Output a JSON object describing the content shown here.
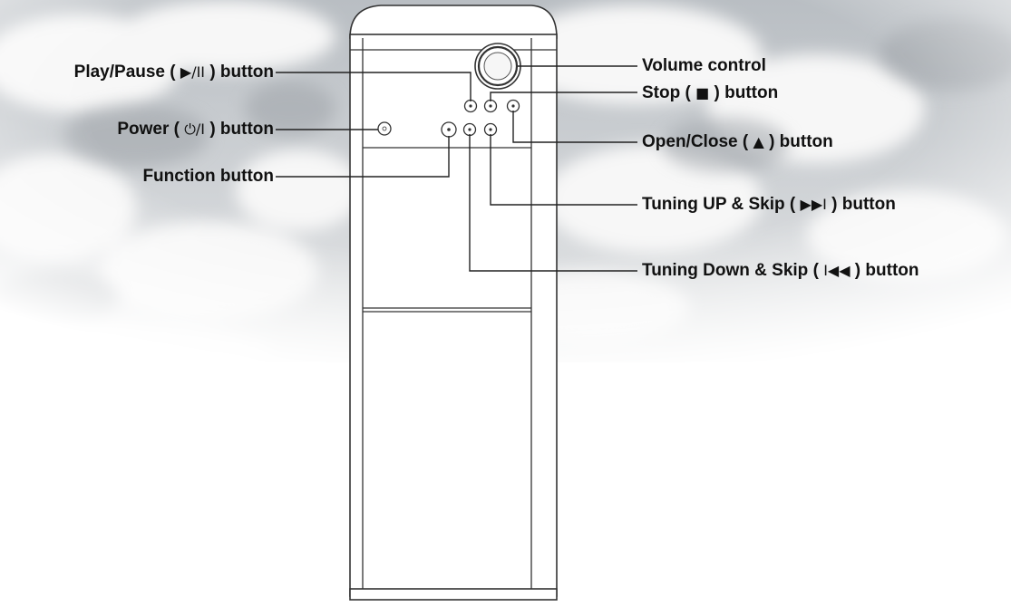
{
  "diagram": {
    "left_callouts": [
      {
        "id": "play-pause",
        "prefix": "Play/Pause (",
        "glyph": "▶/II",
        "suffix": ") button"
      },
      {
        "id": "power",
        "prefix": "Power (",
        "glyph": "⏻/I",
        "suffix": ") button"
      },
      {
        "id": "function",
        "prefix": "Function button",
        "glyph": "",
        "suffix": ""
      }
    ],
    "right_callouts": [
      {
        "id": "volume",
        "prefix": "Volume control",
        "glyph": "",
        "suffix": ""
      },
      {
        "id": "stop",
        "prefix": "Stop (",
        "glyph": "■",
        "suffix": ") button"
      },
      {
        "id": "open-close",
        "prefix": "Open/Close (",
        "glyph": "▲",
        "suffix": ") button"
      },
      {
        "id": "tuning-up",
        "prefix": "Tuning UP & Skip (",
        "glyph": "▶▶I",
        "suffix": ") button"
      },
      {
        "id": "tuning-down",
        "prefix": "Tuning Down & Skip (",
        "glyph": "I◀◀",
        "suffix": ") button"
      }
    ],
    "colors": {
      "outline": "#333333",
      "leader": "#222222",
      "sky": "#c9cdd1",
      "cloud": "#f4f4f4"
    }
  }
}
